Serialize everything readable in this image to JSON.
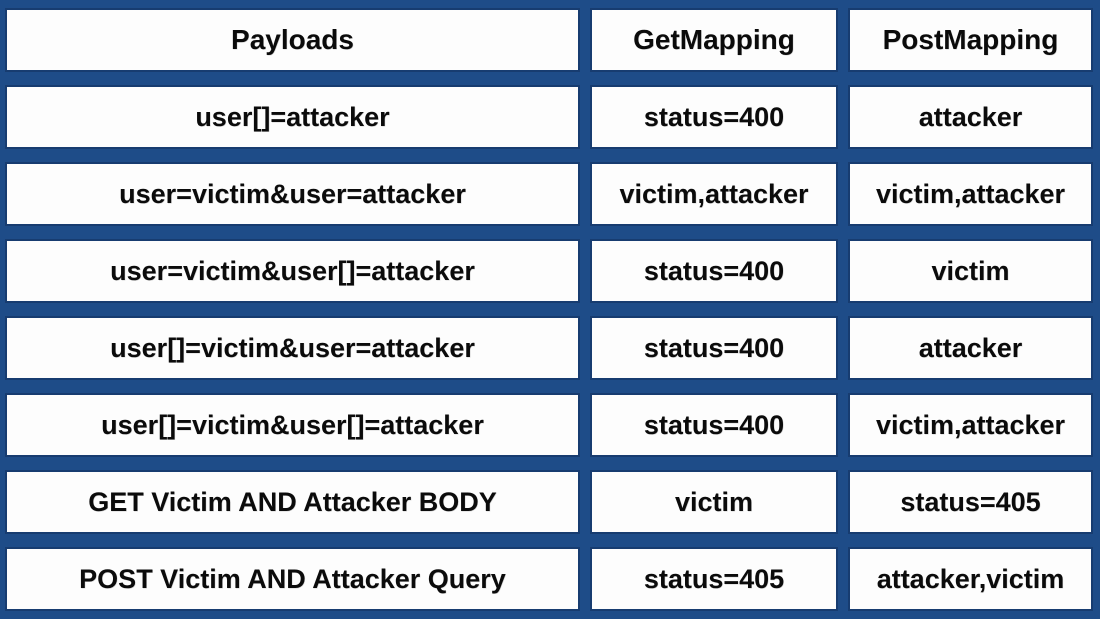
{
  "chart_data": {
    "type": "table",
    "title": "",
    "columns": [
      "Payloads",
      "GetMapping",
      "PostMapping"
    ],
    "rows": [
      [
        "user[]=attacker",
        "status=400",
        "attacker"
      ],
      [
        "user=victim&user=attacker",
        "victim,attacker",
        "victim,attacker"
      ],
      [
        "user=victim&user[]=attacker",
        "status=400",
        "victim"
      ],
      [
        "user[]=victim&user=attacker",
        "status=400",
        "attacker"
      ],
      [
        "user[]=victim&user[]=attacker",
        "status=400",
        "victim,attacker"
      ],
      [
        "GET Victim AND Attacker BODY",
        "victim",
        "status=405"
      ],
      [
        "POST Victim AND Attacker Query",
        "status=405",
        "attacker,victim"
      ]
    ],
    "layout_hints": {
      "grid": "cells separated by blue gutters",
      "text_align": "center",
      "header_row": true
    }
  },
  "colors": {
    "background": "#1e4c88",
    "cell_background": "#fdfdfd",
    "cell_border": "#173c70",
    "text": "#0b0b0b"
  }
}
